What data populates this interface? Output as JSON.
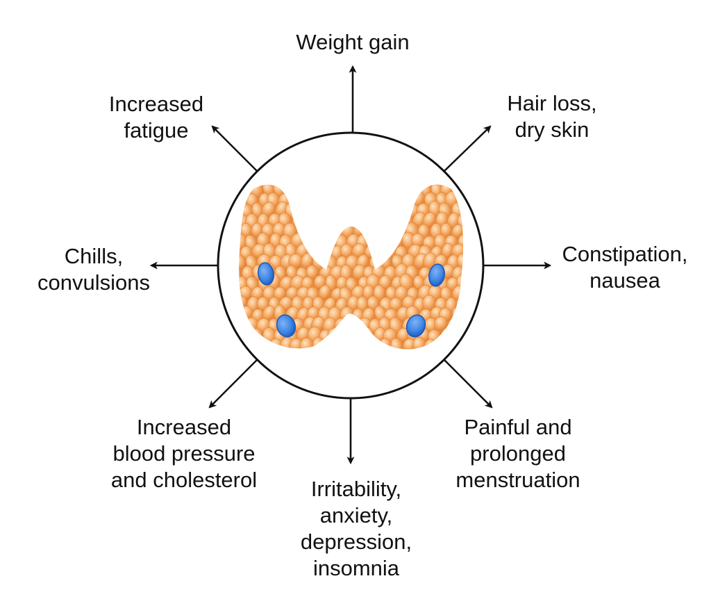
{
  "symptoms": {
    "top": {
      "lines": [
        "Weight gain"
      ]
    },
    "top_left": {
      "lines": [
        "Increased",
        "fatigue"
      ]
    },
    "top_right": {
      "lines": [
        "Hair loss,",
        "dry skin"
      ]
    },
    "left": {
      "lines": [
        "Chills,",
        "convulsions"
      ]
    },
    "right": {
      "lines": [
        "Constipation,",
        "nausea"
      ]
    },
    "bottom_left": {
      "lines": [
        "Increased",
        "blood pressure",
        "and cholesterol"
      ]
    },
    "bottom_right": {
      "lines": [
        "Painful and",
        "prolonged",
        "menstruation"
      ]
    },
    "bottom": {
      "lines": [
        "Irritability,",
        "anxiety,",
        "depression,",
        "insomnia"
      ]
    }
  },
  "colors": {
    "outline": "#111111",
    "gland_fill": "#f6a75e",
    "gland_highlight": "#fde3c2",
    "gland_shadow": "#e07b2c",
    "nodule": "#3f86e4",
    "nodule_edge": "#1c57b8"
  }
}
